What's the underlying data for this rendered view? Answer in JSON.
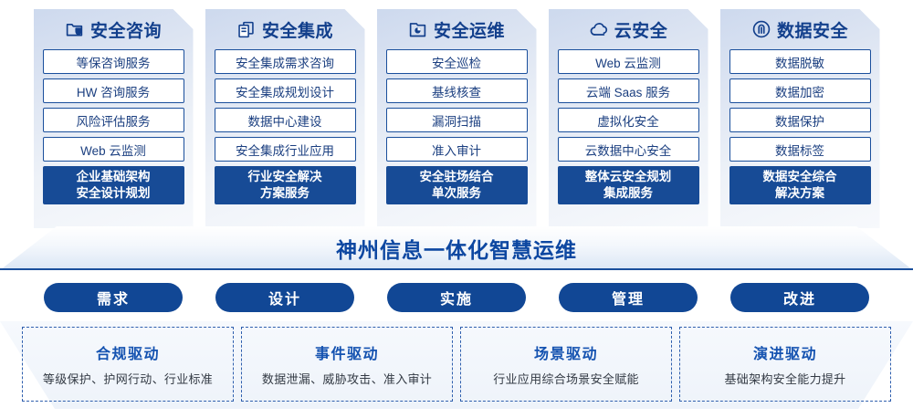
{
  "columns": [
    {
      "icon": "folder-shield-icon",
      "title": "安全咨询",
      "items": [
        "等保咨询服务",
        "HW 咨询服务",
        "风险评估服务",
        "Web 云监测"
      ],
      "highlight": [
        "企业基础架构",
        "安全设计规划"
      ]
    },
    {
      "icon": "stacked-documents-icon",
      "title": "安全集成",
      "items": [
        "安全集成需求咨询",
        "安全集成规划设计",
        "数据中心建设",
        "安全集成行业应用"
      ],
      "highlight": [
        "行业安全解决",
        "方案服务"
      ]
    },
    {
      "icon": "monitor-chart-icon",
      "title": "安全运维",
      "items": [
        "安全巡检",
        "基线核查",
        "漏洞扫描",
        "准入审计"
      ],
      "highlight": [
        "安全驻场结合",
        "单次服务"
      ]
    },
    {
      "icon": "cloud-icon",
      "title": "云安全",
      "items": [
        "Web 云监测",
        "云端 Saas 服务",
        "虚拟化安全",
        "云数据中心安全"
      ],
      "highlight": [
        "整体云安全规划",
        "集成服务"
      ]
    },
    {
      "icon": "fingerprint-icon",
      "title": "数据安全",
      "items": [
        "数据脱敏",
        "数据加密",
        "数据保护",
        "数据标签"
      ],
      "highlight": [
        "数据安全综合",
        "解决方案"
      ]
    }
  ],
  "banner": {
    "title": "神州信息一体化智慧运维"
  },
  "pills": [
    {
      "label": "需求"
    },
    {
      "label": "设计"
    },
    {
      "label": "实施"
    },
    {
      "label": "管理"
    },
    {
      "label": "改进"
    }
  ],
  "drivers": [
    {
      "title": "合规驱动",
      "subtitle": "等级保护、护网行动、行业标准"
    },
    {
      "title": "事件驱动",
      "subtitle": "数据泄漏、威胁攻击、准入审计"
    },
    {
      "title": "场景驱动",
      "subtitle": "行业应用综合场景安全赋能"
    },
    {
      "title": "演进驱动",
      "subtitle": "基础架构安全能力提升"
    }
  ],
  "colors": {
    "brand_blue": "#114795",
    "deep_blue": "#174b96",
    "title_blue": "#123f8c",
    "banner_blue": "#0d47a1",
    "dashed_border": "#2f5fae"
  }
}
